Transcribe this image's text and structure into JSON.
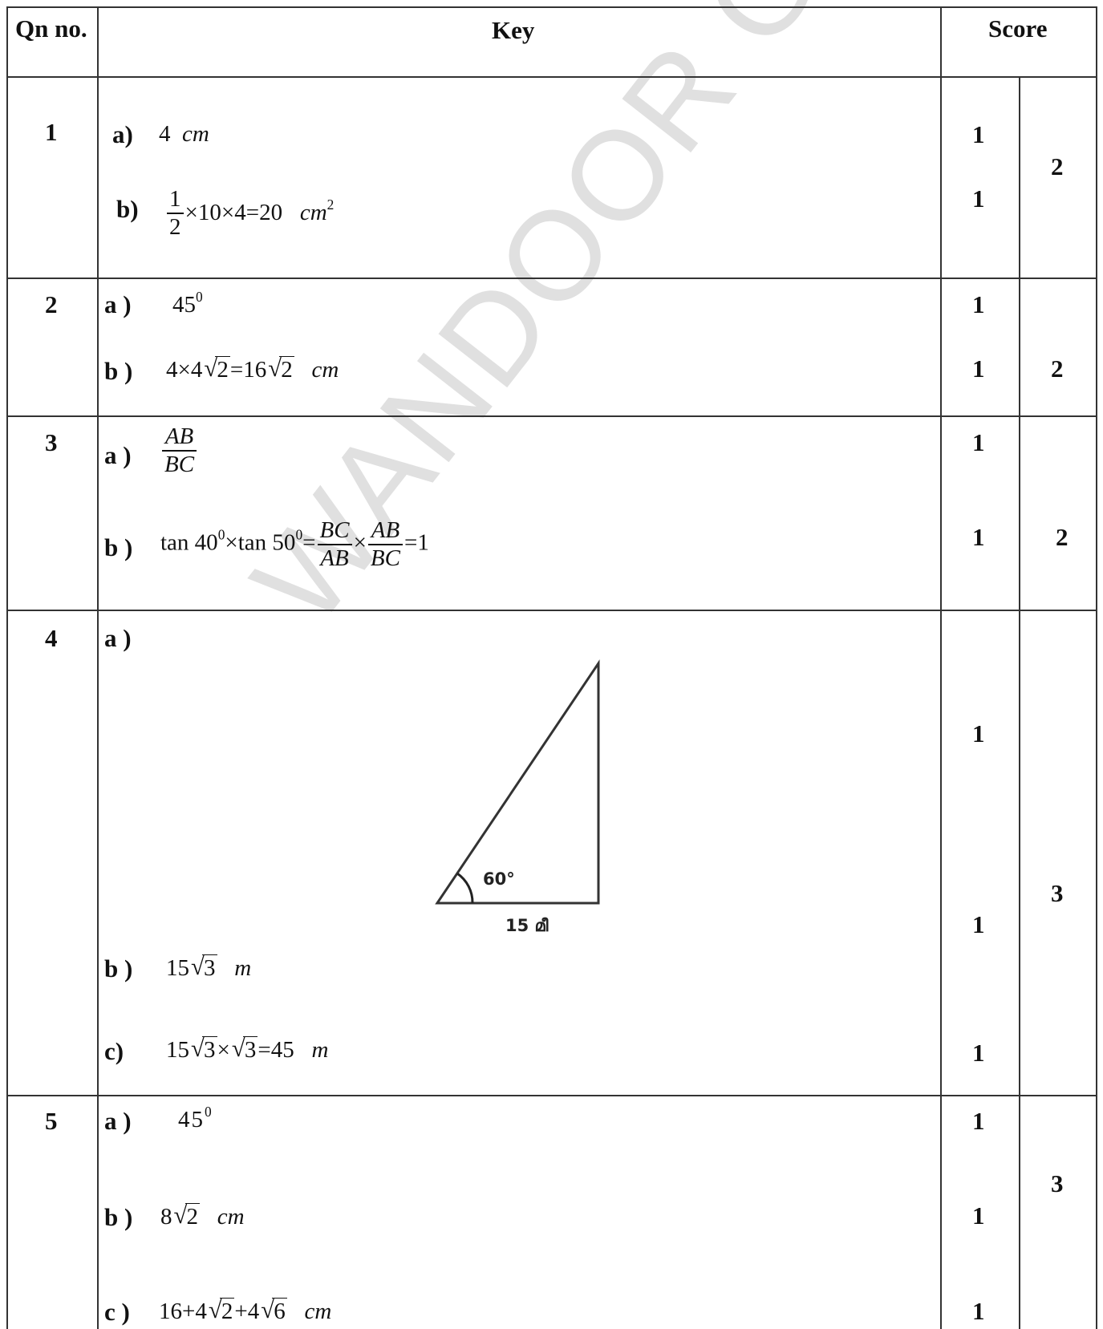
{
  "header": {
    "qn": "Qn no.",
    "key": "Key",
    "score": "Score"
  },
  "watermark": "WANDOOR  GANITHAM",
  "q1": {
    "num": "1",
    "a_label": "a)",
    "a_val": "4",
    "a_unit": "cm",
    "b_label": "b)",
    "b_num": "1",
    "b_den": "2",
    "b_expr": "×10×4=20",
    "b_unit": "cm",
    "b_exp": "2",
    "marks": [
      "1",
      "1"
    ],
    "total": "2"
  },
  "q2": {
    "num": "2",
    "a_label": "a )",
    "a_val": "45",
    "a_exp": "0",
    "b_label": "b )",
    "b_pre": "4×4",
    "b_rad1": "2",
    "b_mid": "=16",
    "b_rad2": "2",
    "b_unit": "cm",
    "marks": [
      "1",
      "1"
    ],
    "total": "2"
  },
  "q3": {
    "num": "3",
    "a_label": "a )",
    "a_num": "AB",
    "a_den": "BC",
    "b_label": "b )",
    "b_t1": "tan 40",
    "b_e1": "0",
    "b_t2": "×tan 50",
    "b_e2": "0",
    "b_eq": "=",
    "b_f1_num": "BC",
    "b_f1_den": "AB",
    "b_times": "×",
    "b_f2_num": "AB",
    "b_f2_den": "BC",
    "b_result": "=1",
    "marks": [
      "1",
      "1"
    ],
    "total": "2"
  },
  "q4": {
    "num": "4",
    "a_label": "a )",
    "angle_label": "60°",
    "base_label": "15 മീ",
    "b_label": "b )",
    "b_pre": "15",
    "b_rad": "3",
    "b_unit": "m",
    "c_label": "c)",
    "c_pre": "15",
    "c_rad1": "3",
    "c_times": "×",
    "c_rad2": "3",
    "c_eq": "=45",
    "c_unit": "m",
    "marks": [
      "1",
      "1",
      "1"
    ],
    "total": "3"
  },
  "q5": {
    "num": "5",
    "a_label": "a )",
    "a_val": "45",
    "a_exp": "0",
    "b_label": "b )",
    "b_pre": "8",
    "b_rad": "2",
    "b_unit": "cm",
    "c_label": "c )",
    "c_pre": "16+4",
    "c_rad1": "2",
    "c_mid": "+4",
    "c_rad2": "6",
    "c_unit": "cm",
    "marks": [
      "1",
      "1",
      "1"
    ],
    "total": "3"
  }
}
